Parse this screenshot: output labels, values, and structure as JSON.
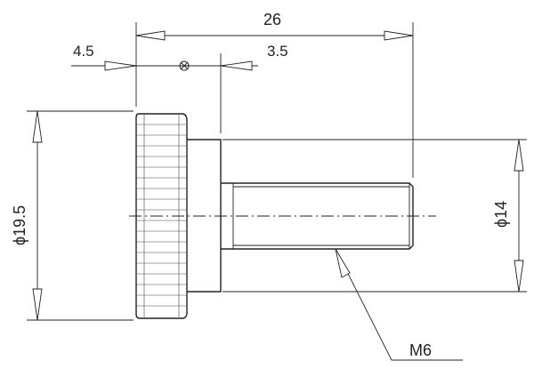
{
  "drawing": {
    "dimensions": {
      "overall_length": "26",
      "head_thickness": "4.5",
      "collar_thickness": "3.5",
      "head_diameter": "ϕ19.5",
      "collar_diameter": "ϕ14",
      "thread": "M6"
    }
  }
}
